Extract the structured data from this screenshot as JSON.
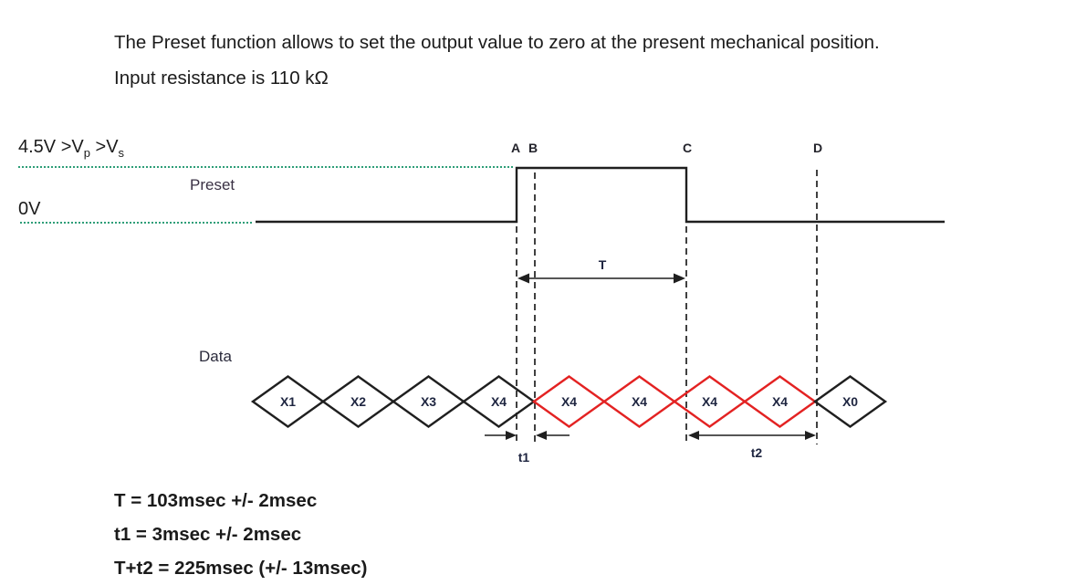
{
  "intro": {
    "line1": "The Preset function allows to set the output value to zero at the present mechanical position.",
    "line2": "Input resistance is 110 kΩ"
  },
  "levels": {
    "high_pre": "4.5V >V",
    "high_sub1": "p",
    "high_mid": " >V",
    "high_sub2": "s",
    "low": "0V"
  },
  "signals": {
    "preset": "Preset",
    "data": "Data"
  },
  "markers": [
    "A",
    "B",
    "C",
    "D"
  ],
  "timing_labels": {
    "T": "T",
    "t1": "t1",
    "t2": "t2"
  },
  "frames": [
    {
      "label": "X1",
      "color": "black"
    },
    {
      "label": "X2",
      "color": "black"
    },
    {
      "label": "X3",
      "color": "black"
    },
    {
      "label": "X4",
      "color": "black"
    },
    {
      "label": "X4",
      "color": "red"
    },
    {
      "label": "X4",
      "color": "red"
    },
    {
      "label": "X4",
      "color": "red"
    },
    {
      "label": "X4",
      "color": "red"
    },
    {
      "label": "X0",
      "color": "black"
    }
  ],
  "formulas": [
    "T = 103msec +/- 2msec",
    "t1 = 3msec +/- 2msec",
    "T+t2 = 225msec (+/- 13msec)"
  ],
  "colors": {
    "red": "#e32222",
    "green_dotted": "#2e9e78",
    "line_black": "#1f1f1f"
  }
}
